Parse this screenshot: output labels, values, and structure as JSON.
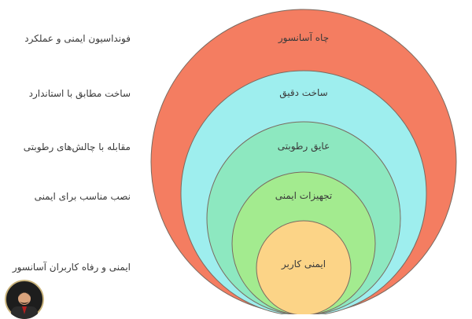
{
  "circle_labels": [
    "چاه آسانسور",
    "ساخت دقیق",
    "عایق رطوبتی",
    "تجهیزات ایمنی",
    "ایمنی کاربر"
  ],
  "side_labels": [
    "فونداسیون ایمنی و عملکرد",
    "ساخت مطابق با استاندارد",
    "مقابله با چالش‌های رطوبتی",
    "نصب مناسب برای ایمنی",
    "ایمنی و رفاه کاربران آسانسور"
  ],
  "colors": {
    "ring_1": "#f47d61",
    "ring_2": "#9eeeee",
    "ring_3": "#8de8c0",
    "ring_4": "#a3eb8f",
    "ring_5": "#fcd487",
    "ring_stroke": "#7a6a60",
    "label_text": "#3a3a3a"
  },
  "avatar": {
    "icon": "person-avatar-icon"
  }
}
